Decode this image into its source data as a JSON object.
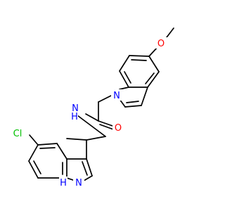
{
  "molecule": {
    "colors": {
      "bond": "#000000",
      "carbon": "#000000",
      "nitrogen": "#0000ff",
      "oxygen": "#ff0000",
      "chlorine": "#00c000"
    },
    "atoms": [
      {
        "id": "O_me",
        "label": "O"
      },
      {
        "id": "N1",
        "label": "N"
      },
      {
        "id": "O_am",
        "label": "O"
      },
      {
        "id": "N_am",
        "label": "N"
      },
      {
        "id": "H_am",
        "label": "H"
      },
      {
        "id": "Cl",
        "label": "Cl"
      },
      {
        "id": "NH_in",
        "label": "N"
      },
      {
        "id": "H_in",
        "label": "H"
      }
    ]
  }
}
